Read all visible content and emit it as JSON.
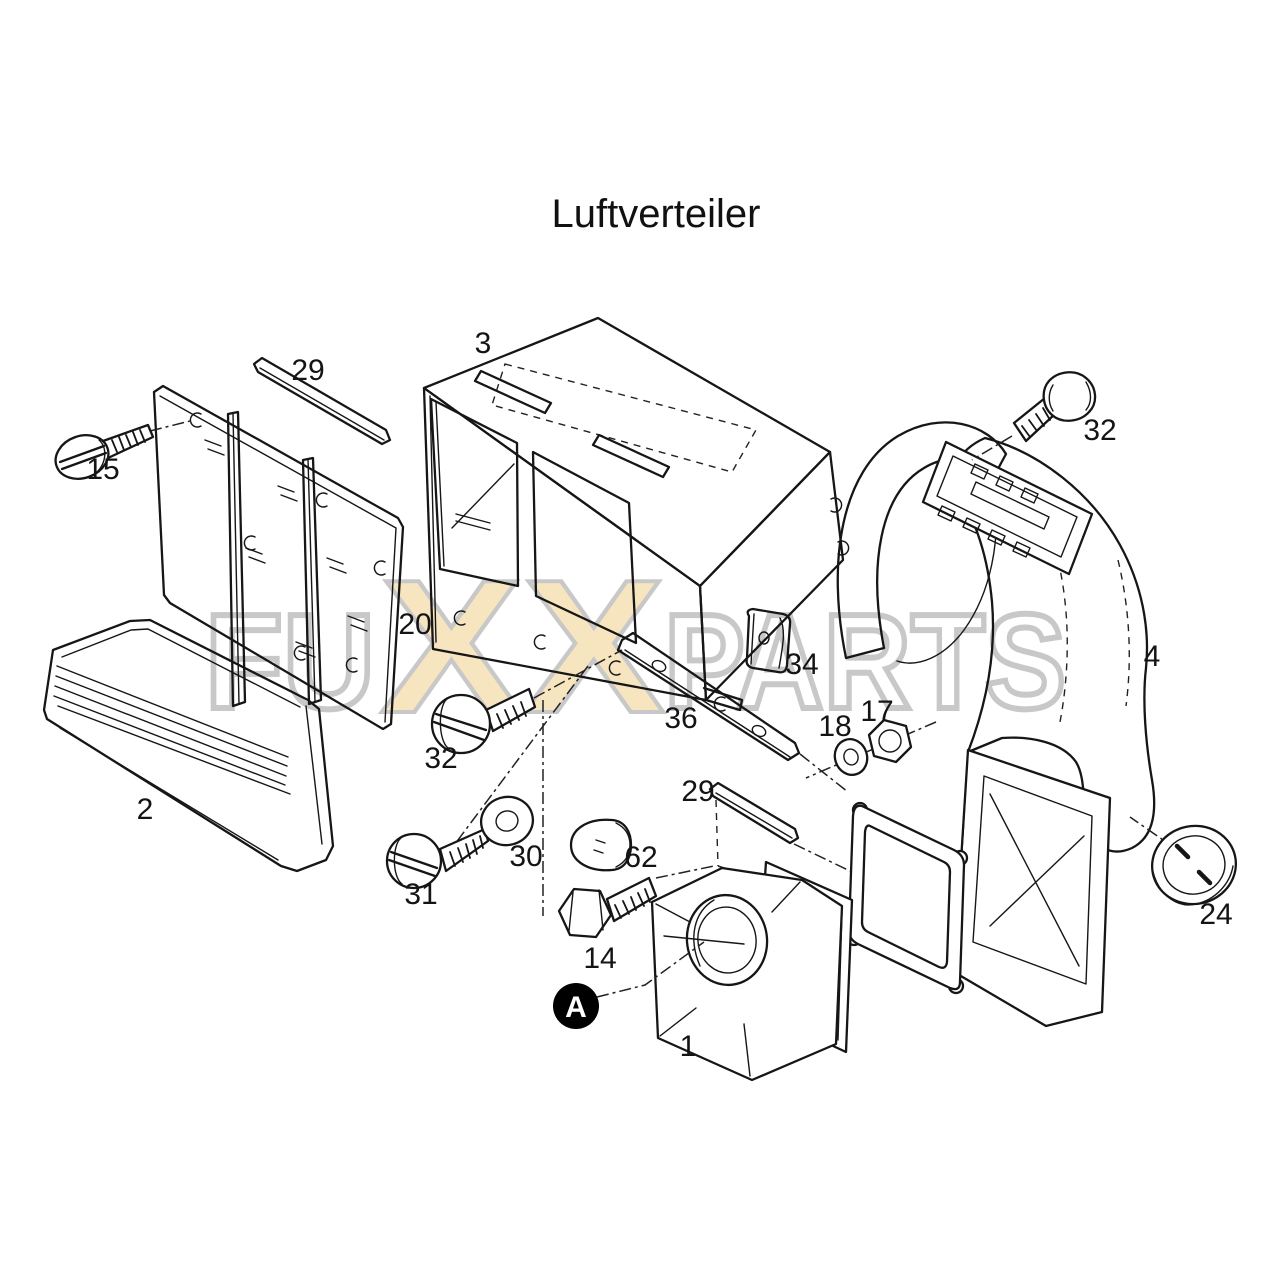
{
  "title": "Luftverteiler",
  "watermark": {
    "segment1": "FU",
    "segment2": "XX",
    "segment3": "PARTS",
    "xx_fill": "#f7e5bf",
    "outline_color": "#c8c8c8",
    "outline_fill": "#ffffff"
  },
  "colors": {
    "background": "#ffffff",
    "line": "#161616",
    "label": "#141414",
    "badge_bg": "#000000",
    "badge_fg": "#ffffff"
  },
  "badge": {
    "letter": "A"
  },
  "part_labels": {
    "p15": "15",
    "p29_top": "29",
    "p3": "3",
    "p32_right": "32",
    "p20": "20",
    "p2": "2",
    "p32_left": "32",
    "p31": "31",
    "p30": "30",
    "p62": "62",
    "p14": "14",
    "p1": "1",
    "p36": "36",
    "p34": "34",
    "p29_lower": "29",
    "p18": "18",
    "p17": "17",
    "p4": "4",
    "p24": "24"
  }
}
